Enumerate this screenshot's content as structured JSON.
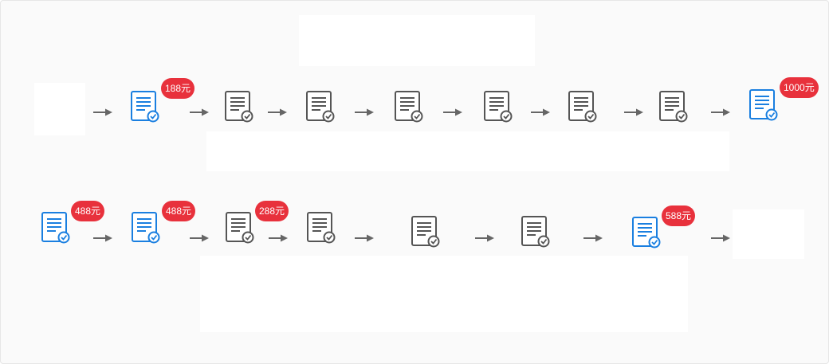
{
  "colors": {
    "active": "#1a7fe0",
    "inactive": "#555555",
    "badge": "#e8313c",
    "arrow": "#666666"
  },
  "icons": {
    "document": "document-check-icon",
    "arrow": "arrow-right-icon"
  },
  "row1": {
    "nodes": [
      {
        "state": "active",
        "badge": "188元"
      },
      {
        "state": "inactive"
      },
      {
        "state": "inactive"
      },
      {
        "state": "inactive"
      },
      {
        "state": "inactive"
      },
      {
        "state": "inactive"
      },
      {
        "state": "inactive"
      },
      {
        "state": "active",
        "badge": "1000元"
      }
    ]
  },
  "row2": {
    "nodes": [
      {
        "state": "active",
        "badge": "488元"
      },
      {
        "state": "active",
        "badge": "488元"
      },
      {
        "state": "inactive",
        "badge": "288元"
      },
      {
        "state": "inactive"
      },
      {
        "state": "inactive"
      },
      {
        "state": "inactive"
      },
      {
        "state": "active",
        "badge": "588元"
      }
    ]
  }
}
